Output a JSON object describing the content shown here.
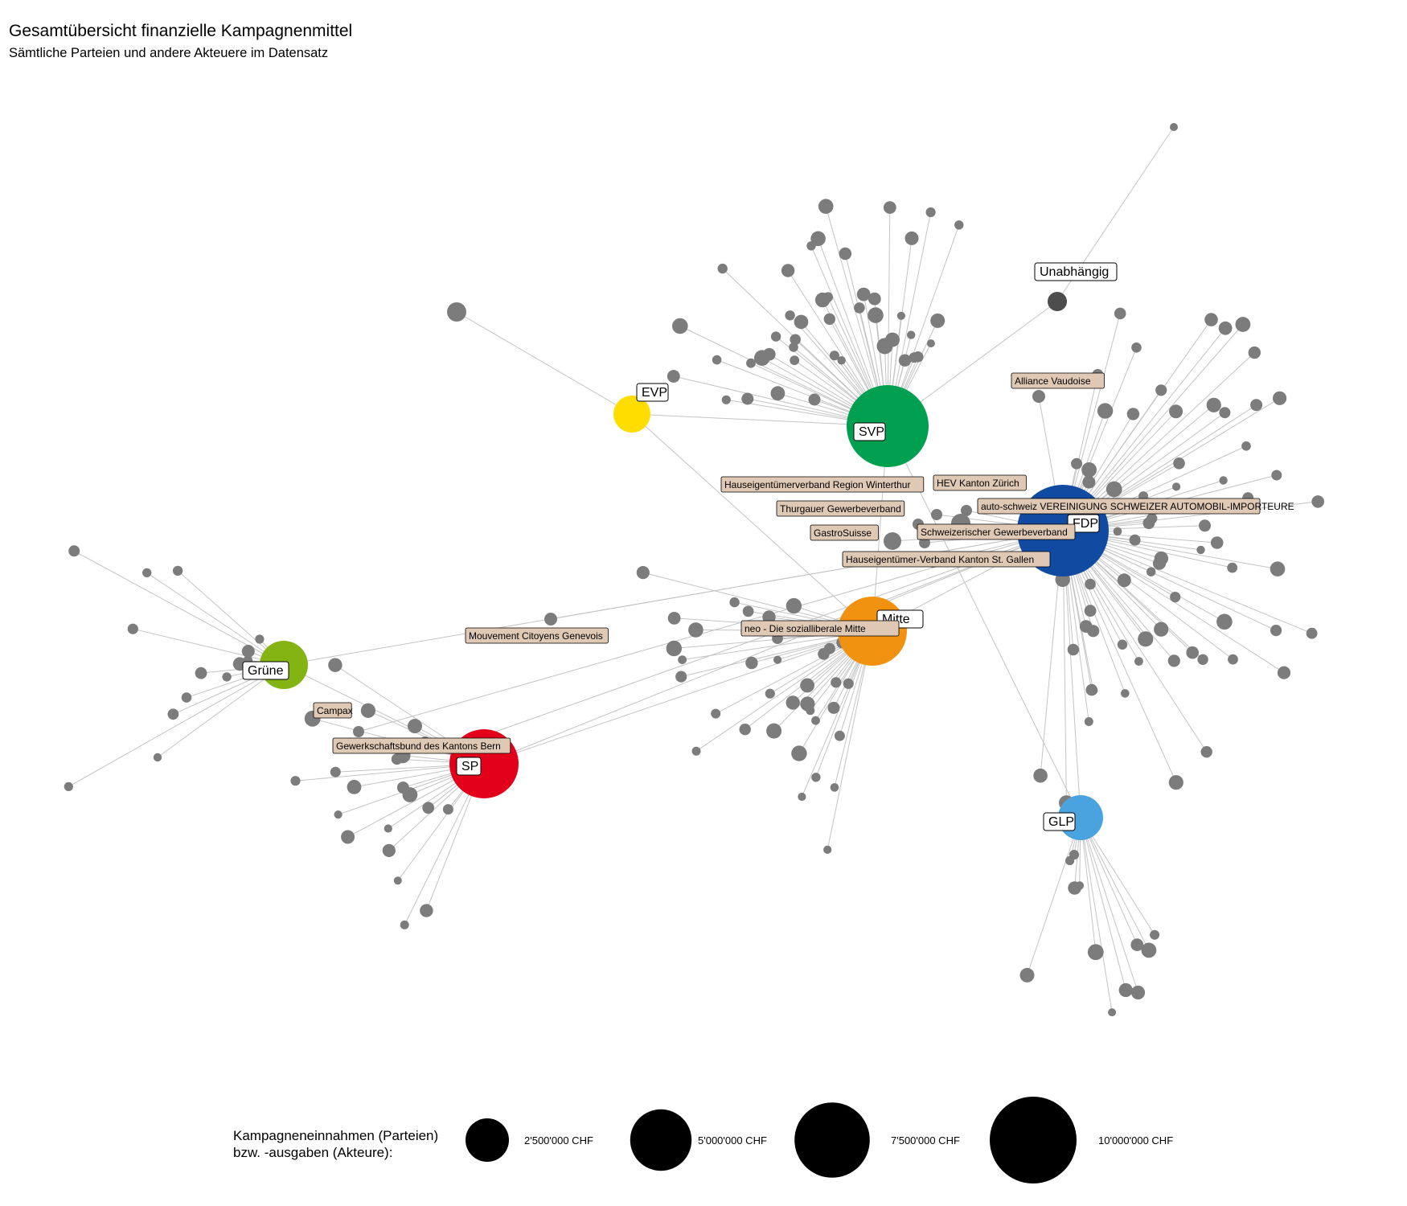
{
  "header": {
    "title": "Gesamtübersicht finanzielle Kampagnenmittel",
    "subtitle": "Sämtliche Parteien und andere Akteuere im Datensatz"
  },
  "parties": [
    {
      "id": "SVP",
      "label": "SVP",
      "color": "#00A050"
    },
    {
      "id": "FDP",
      "label": "FDP",
      "color": "#114BA1"
    },
    {
      "id": "Mitte",
      "label": "Mitte",
      "color": "#F0920F"
    },
    {
      "id": "SP",
      "label": "SP",
      "color": "#E3001B"
    },
    {
      "id": "Gruene",
      "label": "Grüne",
      "color": "#84B414"
    },
    {
      "id": "GLP",
      "label": "GLP",
      "color": "#4AA3DF"
    },
    {
      "id": "EVP",
      "label": "EVP",
      "color": "#FFDD00"
    },
    {
      "id": "Unabh",
      "label": "Unabhängig",
      "color": "#4d4d4d"
    }
  ],
  "actor_labels": [
    "Alliance Vaudoise",
    "Hauseigentümerverband Region Winterthur",
    "HEV Kanton Zürich",
    "auto-schweiz VEREINIGUNG SCHWEIZER AUTOMOBIL-IMPORTEURE",
    "Thurgauer Gewerbeverband",
    "GastroSuisse",
    "Schweizerischer Gewerbeverband",
    "Hauseigentümer-Verband Kanton St. Gallen",
    "neo - Die sozialliberale Mitte",
    "Mouvement Citoyens Genevois",
    "Campax",
    "Gewerkschaftsbund des Kantons Bern"
  ],
  "legend": {
    "title_line1": "Kampagneneinnahmen (Parteien)",
    "title_line2": "bzw. -ausgaben (Akteure):",
    "items": [
      {
        "label": "2'500'000 CHF",
        "value": 2500000
      },
      {
        "label": "5'000'000 CHF",
        "value": 5000000
      },
      {
        "label": "7'500'000 CHF",
        "value": 7500000
      },
      {
        "label": "10'000'000 CHF",
        "value": 10000000
      }
    ]
  },
  "colors": {
    "actor_node": "#7c7c7c",
    "edge": "#c4c4c4",
    "actor_label_fill": "#dfc9b5"
  }
}
